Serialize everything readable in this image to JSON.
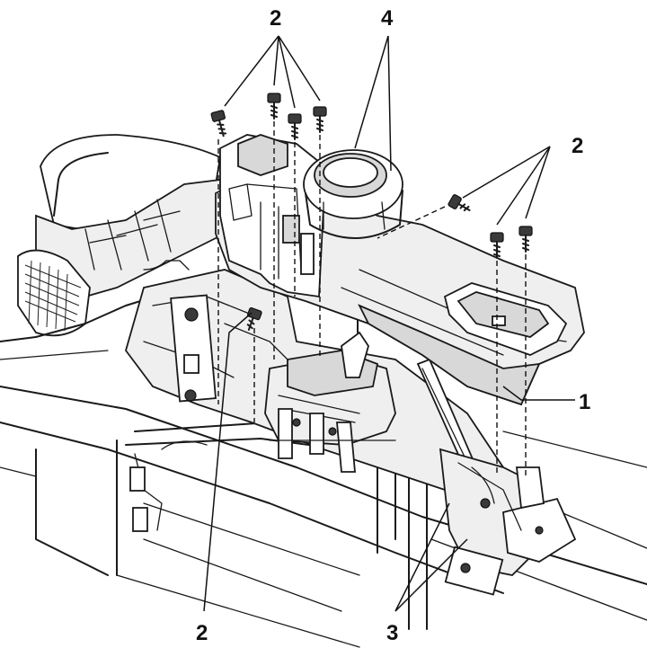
{
  "callouts": {
    "top_left": "2",
    "top_center": "4",
    "right_upper": "2",
    "console": "1",
    "bottom_left": "2",
    "bottom_center": "3"
  },
  "colors": {
    "ink": "#1a1a1a",
    "shade": "#d8d8d8",
    "paper": "#ffffff"
  }
}
